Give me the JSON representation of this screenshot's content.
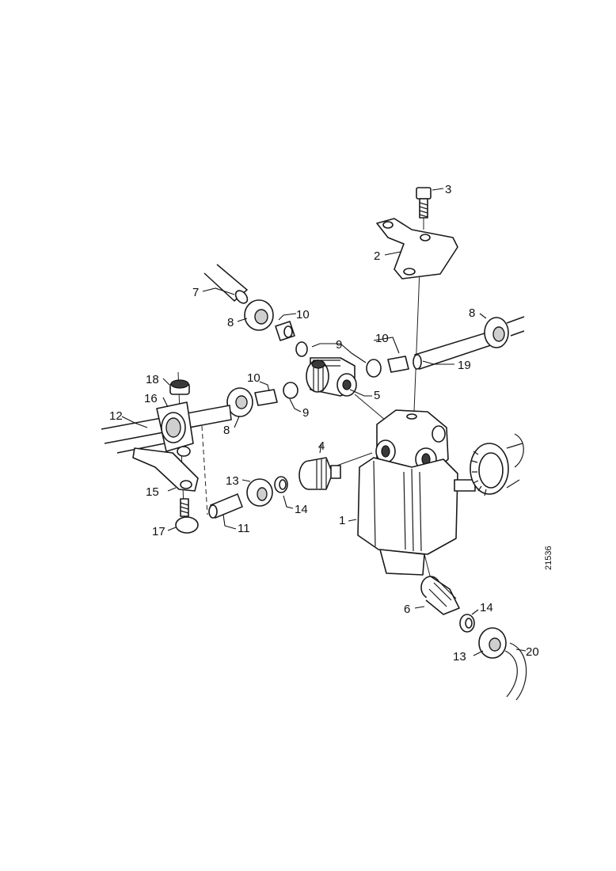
{
  "callouts": [
    {
      "id": "c-3",
      "text": "3"
    },
    {
      "id": "c-2",
      "text": "2"
    },
    {
      "id": "c-7",
      "text": "7"
    },
    {
      "id": "c-8a",
      "text": "8"
    },
    {
      "id": "c-10a",
      "text": "10"
    },
    {
      "id": "c-9a",
      "text": "9"
    },
    {
      "id": "c-10b",
      "text": "10"
    },
    {
      "id": "c-8b",
      "text": "8"
    },
    {
      "id": "c-19",
      "text": "19"
    },
    {
      "id": "c-18",
      "text": "18"
    },
    {
      "id": "c-16",
      "text": "16"
    },
    {
      "id": "c-12",
      "text": "12"
    },
    {
      "id": "c-10c",
      "text": "10"
    },
    {
      "id": "c-9b",
      "text": "9"
    },
    {
      "id": "c-8c",
      "text": "8"
    },
    {
      "id": "c-5",
      "text": "5"
    },
    {
      "id": "c-4",
      "text": "4"
    },
    {
      "id": "c-13a",
      "text": "13"
    },
    {
      "id": "c-14a",
      "text": "14"
    },
    {
      "id": "c-15",
      "text": "15"
    },
    {
      "id": "c-17",
      "text": "17"
    },
    {
      "id": "c-11",
      "text": "11"
    },
    {
      "id": "c-1",
      "text": "1"
    },
    {
      "id": "c-6",
      "text": "6"
    },
    {
      "id": "c-14b",
      "text": "14"
    },
    {
      "id": "c-13b",
      "text": "13"
    },
    {
      "id": "c-20",
      "text": "20"
    }
  ],
  "drawing_code": "21536"
}
